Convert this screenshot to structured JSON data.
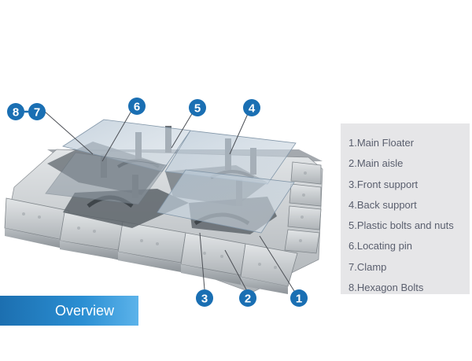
{
  "legend": {
    "items": [
      "1.Main Floater",
      "2.Main aisle",
      "3.Front support",
      "4.Back support",
      "5.Plastic bolts and nuts",
      "6.Locating pin",
      "7.Clamp",
      "8.Hexagon Bolts"
    ]
  },
  "banner": {
    "label": "Overview"
  },
  "callouts": {
    "c1": "1",
    "c2": "2",
    "c3": "3",
    "c4": "4",
    "c5": "5",
    "c6": "6",
    "c7": "7",
    "c8": "8"
  },
  "colors": {
    "callout": "#1a6fb3",
    "legend_bg": "#e6e6e8",
    "legend_text": "#5a5f6e",
    "floater": "#c9cccf",
    "glass": "#9fb3c4"
  },
  "icons": [
    "callout-circle"
  ]
}
